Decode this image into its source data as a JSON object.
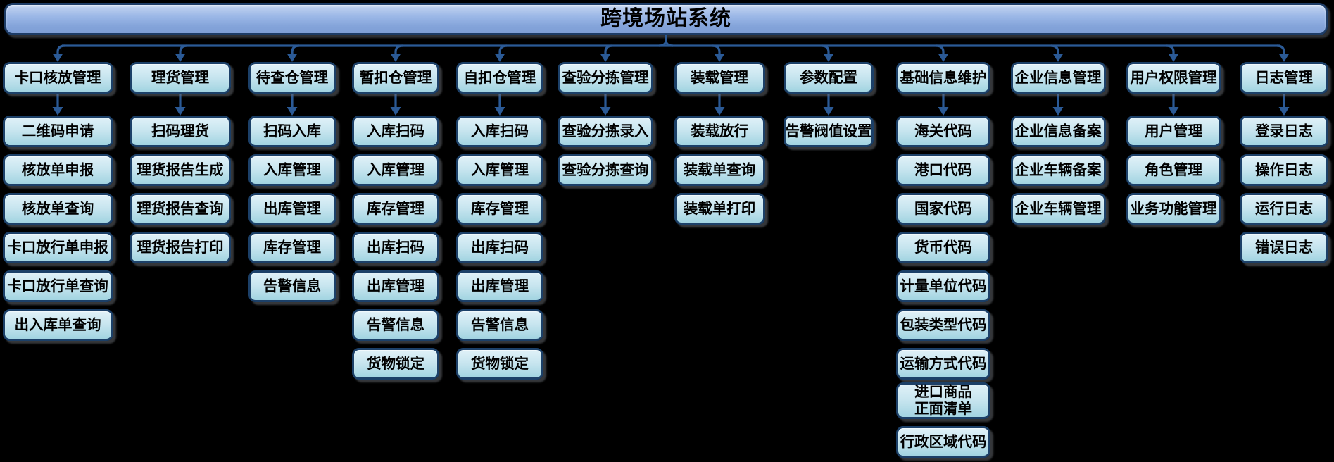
{
  "title": "跨境场站系统",
  "columns": [
    {
      "label": "卡口核放管理",
      "children": [
        "二维码申请",
        "核放单申报",
        "核放单查询",
        "卡口放行单申报",
        "卡口放行单查询",
        "出入库单查询"
      ]
    },
    {
      "label": "理货管理",
      "children": [
        "扫码理货",
        "理货报告生成",
        "理货报告查询",
        "理货报告打印"
      ]
    },
    {
      "label": "待查仓管理",
      "children": [
        "扫码入库",
        "入库管理",
        "出库管理",
        "库存管理",
        "告警信息"
      ]
    },
    {
      "label": "暂扣仓管理",
      "children": [
        "入库扫码",
        "入库管理",
        "库存管理",
        "出库扫码",
        "出库管理",
        "告警信息",
        "货物锁定"
      ]
    },
    {
      "label": "自扣仓管理",
      "children": [
        "入库扫码",
        "入库管理",
        "库存管理",
        "出库扫码",
        "出库管理",
        "告警信息",
        "货物锁定"
      ]
    },
    {
      "label": "查验分拣管理",
      "children": [
        "查验分拣录入",
        "查验分拣查询"
      ]
    },
    {
      "label": "装载管理",
      "children": [
        "装载放行",
        "装载单查询",
        "装载单打印"
      ]
    },
    {
      "label": "参数配置",
      "children": [
        "告警阀值设置"
      ]
    },
    {
      "label": "基础信息维护",
      "children": [
        "海关代码",
        "港口代码",
        "国家代码",
        "货币代码",
        "计量单位代码",
        "包装类型代码",
        "运输方式代码",
        "进口商品\n正面清单",
        "行政区域代码"
      ]
    },
    {
      "label": "企业信息管理",
      "children": [
        "企业信息备案",
        "企业车辆备案",
        "企业车辆管理"
      ]
    },
    {
      "label": "用户权限管理",
      "children": [
        "用户管理",
        "角色管理",
        "业务功能管理"
      ]
    },
    {
      "label": "日志管理",
      "children": [
        "登录日志",
        "操作日志",
        "运行日志",
        "错误日志"
      ]
    }
  ],
  "colors": {
    "background": "#000000",
    "box_border": "#1c4068",
    "box_fill_top": "#e0f1f8",
    "box_fill_bottom": "#a2d4e1",
    "title_fill_top": "#c3d4f0",
    "title_fill_bottom": "#7e9ed5",
    "connector": "#2b5a96",
    "text": "#000000"
  }
}
